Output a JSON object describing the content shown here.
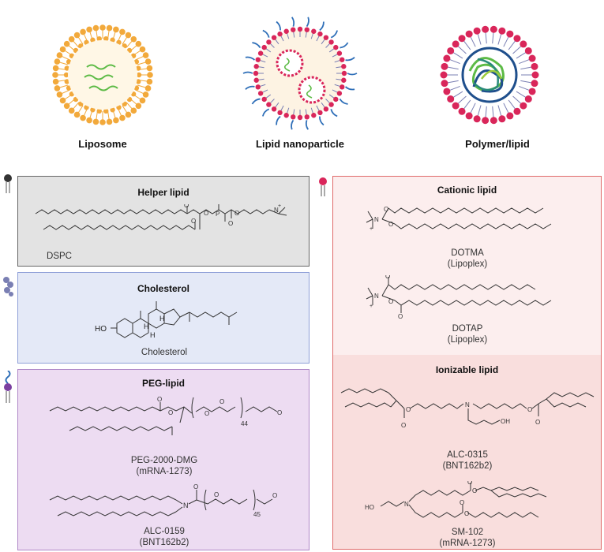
{
  "top_row": {
    "liposome_label": "Liposome",
    "lnp_label": "Lipid nanoparticle",
    "polymer_label": "Polymer/lipid"
  },
  "helper": {
    "title": "Helper lipid",
    "caption": "DSPC"
  },
  "cholesterol": {
    "title": "Cholesterol",
    "caption": "Cholesterol",
    "atom_ho": "HO",
    "atom_h": "H"
  },
  "peg": {
    "title": "PEG-lipid",
    "mol1_name": "PEG-2000-DMG",
    "mol1_vaccine": "(mRNA-1273)",
    "mol1_repeat": "44",
    "mol2_name": "ALC-0159",
    "mol2_vaccine": "(BNT162b2)",
    "mol2_repeat": "45"
  },
  "cationic": {
    "title": "Cationic lipid",
    "mol1_name": "DOTMA",
    "mol1_type": "(Lipoplex)",
    "mol2_name": "DOTAP",
    "mol2_type": "(Lipoplex)"
  },
  "ionizable": {
    "title": "Ionizable lipid",
    "mol1_name": "ALC-0315",
    "mol1_vaccine": "(BNT162b2)",
    "mol2_name": "SM-102",
    "mol2_vaccine": "(mRNA-1273)"
  },
  "atoms": {
    "o": "O",
    "n": "N",
    "p": "P",
    "oh": "OH",
    "ho": "HO",
    "plus": "+"
  },
  "colors": {
    "liposome": "#f2a93b",
    "rna": "#5dbb46",
    "lnp_head": "#d9265a",
    "lnp_tail": "#7a7fb3",
    "peg": "#2f6fb8",
    "polymer_core": "#1f4f8c",
    "helper_bg": "#e3e3e3",
    "chol_bg": "#e4e9f7",
    "peg_bg": "#eddcf2",
    "cationic_bg": "#fceeee",
    "ionizable_bg": "#f9dedd",
    "cat_border": "#e06a6a"
  }
}
